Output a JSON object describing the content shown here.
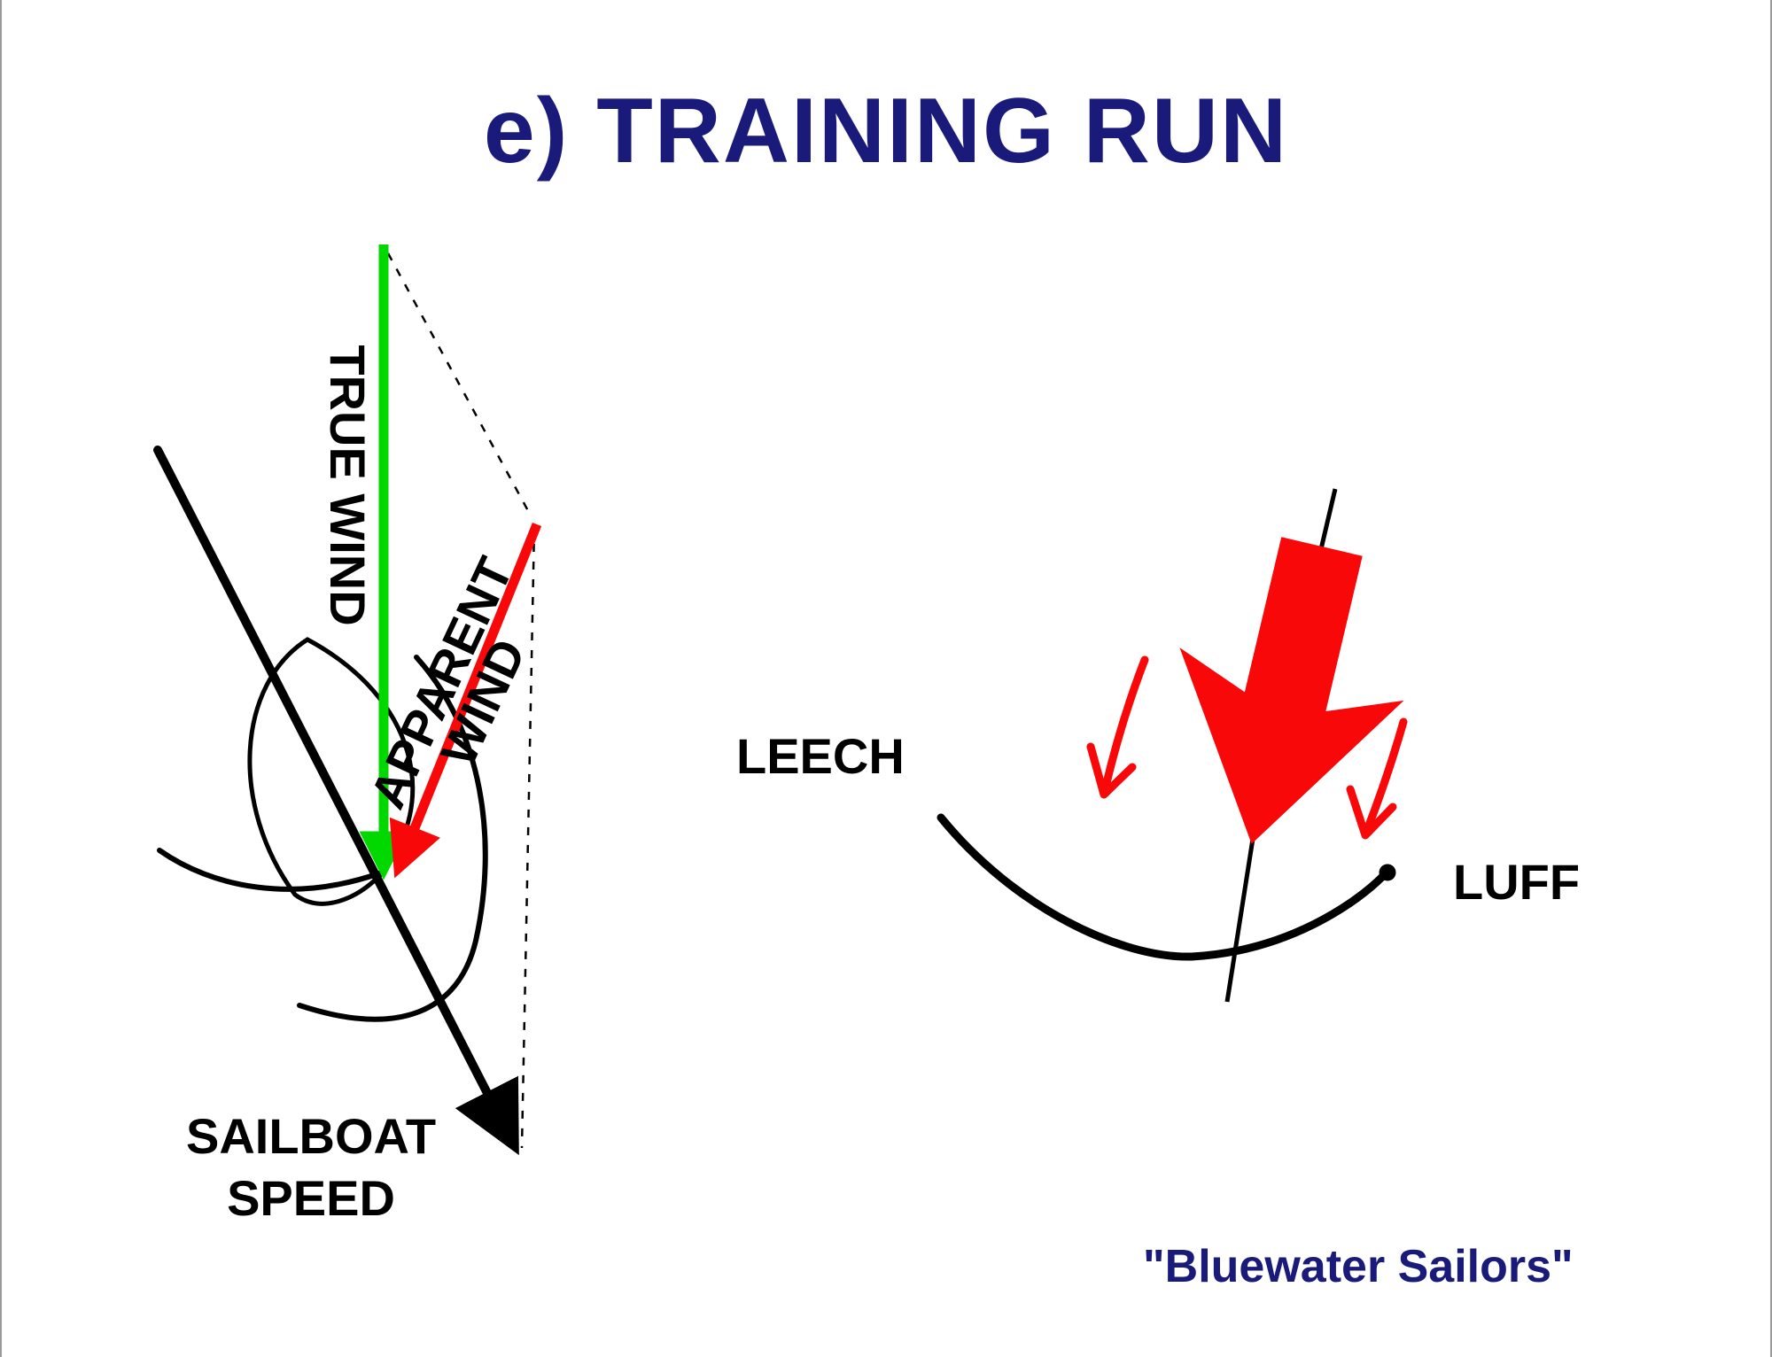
{
  "title": "e) TRAINING RUN",
  "credit": "\"Bluewater Sailors\"",
  "colors": {
    "navy": "#1A1A7A",
    "green": "#00D800",
    "red": "#F80808",
    "black": "#000000",
    "edge_gray": "#9A9A9A"
  },
  "vector_diagram": {
    "true_wind_label": "TRUE WIND",
    "apparent_wind_label_line1": "APPARENT",
    "apparent_wind_label_line2": "WIND",
    "boat_speed_label_line1": "SAILBOAT",
    "boat_speed_label_line2": "SPEED"
  },
  "sail_diagram": {
    "leech_label": "LEECH",
    "luff_label": "LUFF"
  }
}
